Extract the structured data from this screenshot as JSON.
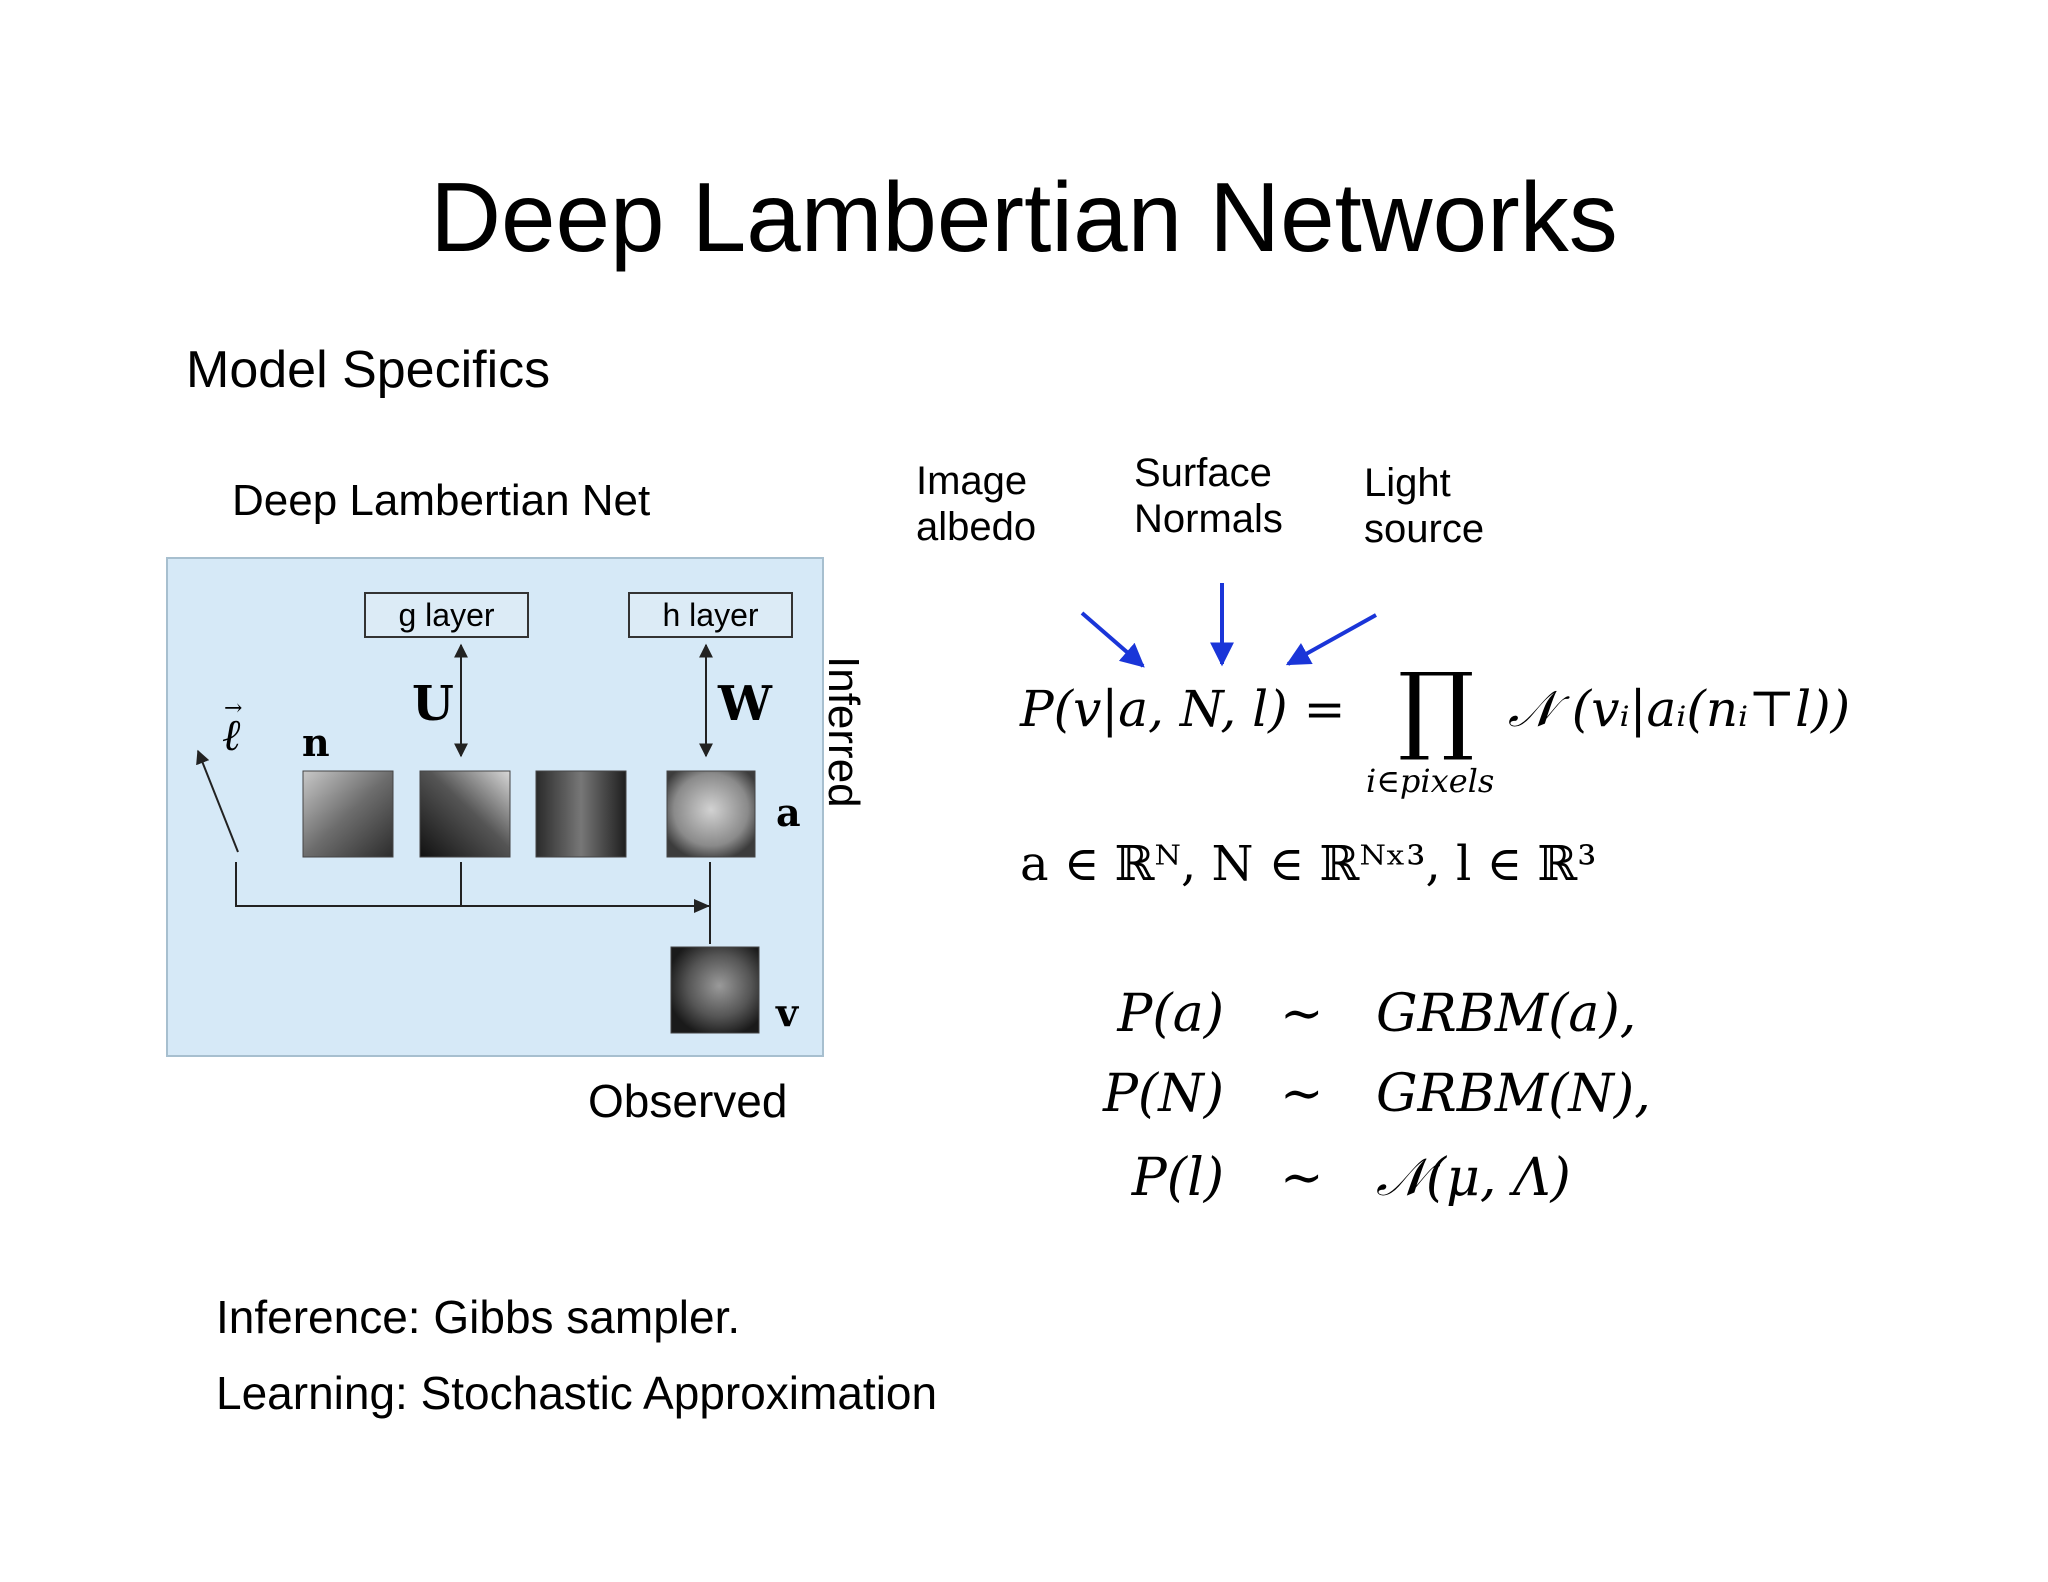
{
  "slide": {
    "title": "Deep Lambertian Networks",
    "subtitle": "Model Specifics"
  },
  "diagram": {
    "label": "Deep Lambertian Net",
    "g_layer": "g layer",
    "h_layer": "h layer",
    "weight_U": "U",
    "weight_W": "W",
    "node_n": "n",
    "node_a": "a",
    "node_v": "v",
    "light": "ℓ",
    "inferred": "Inferred",
    "observed": "Observed",
    "colors": {
      "panel_bg": "#d6e9f7",
      "arrow_blue": "#1a35d8"
    }
  },
  "annotations": {
    "albedo_line1": "Image",
    "albedo_line2": "albedo",
    "normals_line1": "Surface",
    "normals_line2": "Normals",
    "light_line1": "Light",
    "light_line2": "source"
  },
  "equations": {
    "likelihood_lhs": "P(v|a, N, l) =",
    "product": "∏",
    "product_sub": "i∈pixels",
    "likelihood_rhs": "𝒩 (vᵢ|aᵢ(nᵢ⊤l))",
    "domains": "a ∈ ℝᴺ,   N ∈ ℝᴺˣ³,   l ∈ ℝ³",
    "priors": [
      {
        "lhs": "P(a)",
        "sim": "∼",
        "rhs": "GRBM(a),"
      },
      {
        "lhs": "P(N)",
        "sim": "∼",
        "rhs": "GRBM(N),"
      },
      {
        "lhs": "P(l)",
        "sim": "∼",
        "rhs": "𝒩(μ, Λ)"
      }
    ]
  },
  "notes": {
    "inference": "Inference: Gibbs sampler.",
    "learning": "Learning: Stochastic Approximation"
  }
}
